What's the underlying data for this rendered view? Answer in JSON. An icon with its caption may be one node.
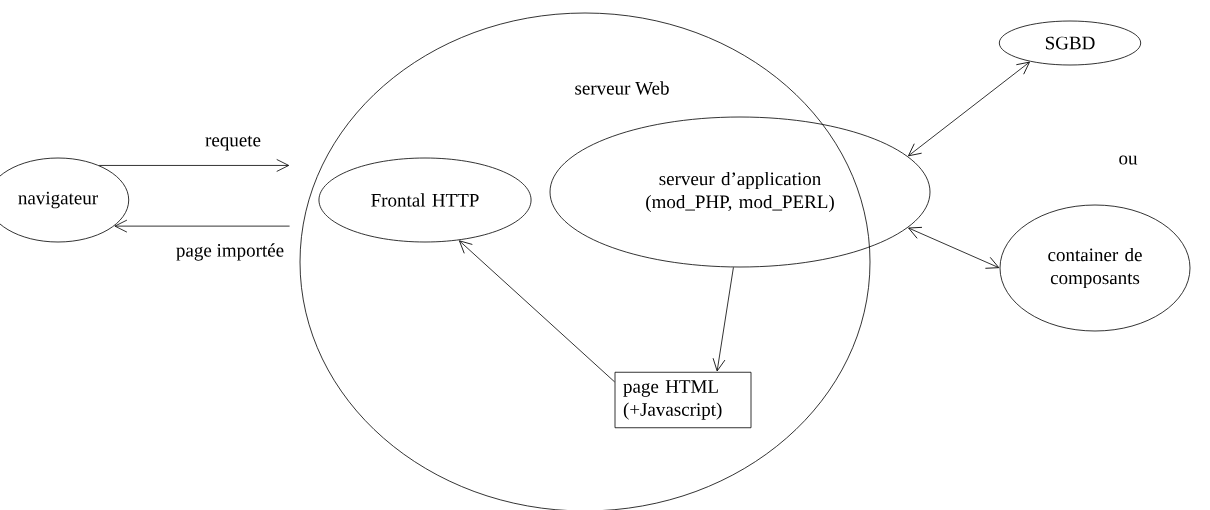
{
  "diagram": {
    "nodes": [
      {
        "text": [
          "navigateur"
        ]
      },
      {
        "text": [
          "serveur Web"
        ]
      },
      {
        "text": [
          "Frontal HTTP"
        ],
        "in": 1
      },
      {
        "text": [
          "serveur d’application (mod_PHP, mod_PERL)"
        ],
        "in": 1
      },
      {
        "text": [
          "page HTML (+Javascript)"
        ],
        "in": 1
      },
      {
        "text": [
          "SGBD"
        ]
      },
      {
        "text": [
          "container de composants"
        ]
      }
    ],
    "edges": [
      {
        "from": 0,
        "to": 1,
        "arrow": "to",
        "label": "requete"
      },
      {
        "from": 1,
        "to": 0,
        "arrow": "to",
        "label": "page importée"
      },
      {
        "from": 3,
        "to": 4,
        "arrow": "to"
      },
      {
        "from": 4,
        "to": 2,
        "arrow": "to"
      },
      {
        "from": 3,
        "to": 5,
        "arrow": "both"
      },
      {
        "from": 3,
        "to": 6,
        "arrow": "both"
      }
    ],
    "labels": [
      "ou"
    ]
  }
}
